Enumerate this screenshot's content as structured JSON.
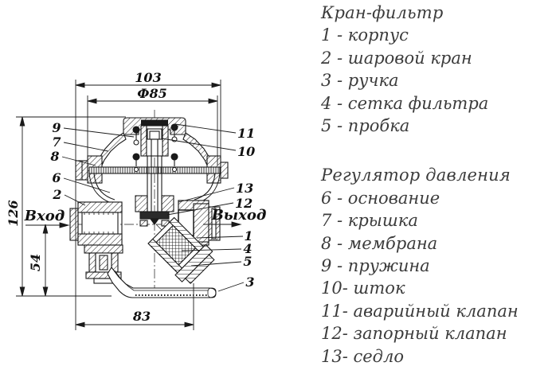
{
  "drawing": {
    "dims": {
      "width": "103",
      "diameter": "Ф85",
      "height": "126",
      "inlet_axis": "54",
      "base": "83"
    },
    "flow": {
      "inlet": "Вход",
      "outlet": "Выход"
    },
    "callouts": {
      "c1": "1",
      "c2": "2",
      "c3": "3",
      "c4": "4",
      "c5": "5",
      "c6": "6",
      "c7": "7",
      "c8": "8",
      "c9": "9",
      "c10": "10",
      "c11": "11",
      "c12": "12",
      "c13": "13"
    },
    "colors": {
      "line": "#1a1a1a",
      "legend_text": "#3c3c3c"
    }
  },
  "legend": {
    "section1": {
      "title": "Кран-фильтр",
      "items": [
        "1 - корпус",
        "2 - шаровой кран",
        "3 - ручка",
        "4 - сетка фильтра",
        "5 - пробка"
      ]
    },
    "section2": {
      "title": "Регулятор давления",
      "items": [
        "6 - основание",
        "7 - крышка",
        "8 - мембрана",
        "9 - пружина",
        "10- шток",
        "11- аварийный клапан",
        "12- запорный клапан",
        "13- седло"
      ]
    }
  }
}
